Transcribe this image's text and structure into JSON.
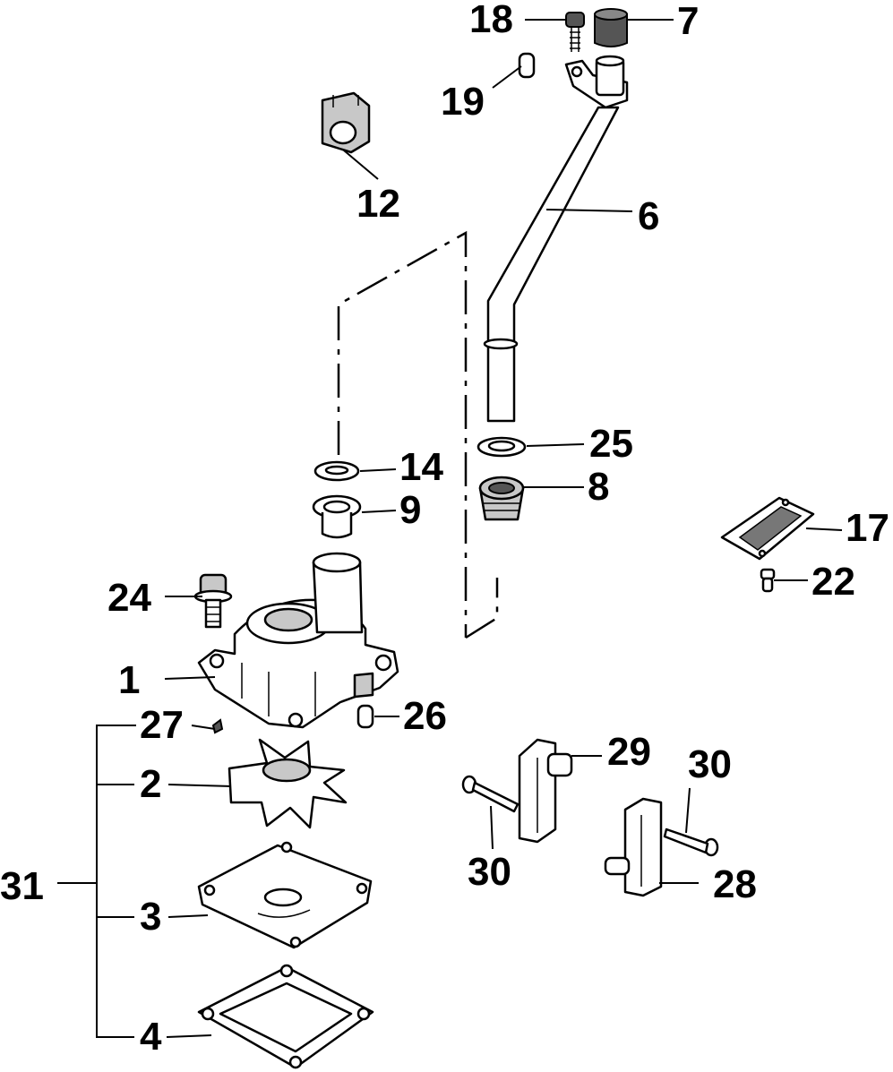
{
  "callouts": {
    "c1": "1",
    "c2": "2",
    "c3": "3",
    "c4": "4",
    "c6": "6",
    "c7": "7",
    "c8": "8",
    "c9": "9",
    "c12": "12",
    "c14": "14",
    "c17": "17",
    "c18": "18",
    "c19": "19",
    "c22": "22",
    "c24": "24",
    "c25": "25",
    "c26": "26",
    "c27": "27",
    "c28": "28",
    "c29": "29",
    "c30a": "30",
    "c30b": "30",
    "c31": "31"
  },
  "colors": {
    "ink": "#000000",
    "paper": "#ffffff",
    "shade": "#c8c8c8"
  }
}
